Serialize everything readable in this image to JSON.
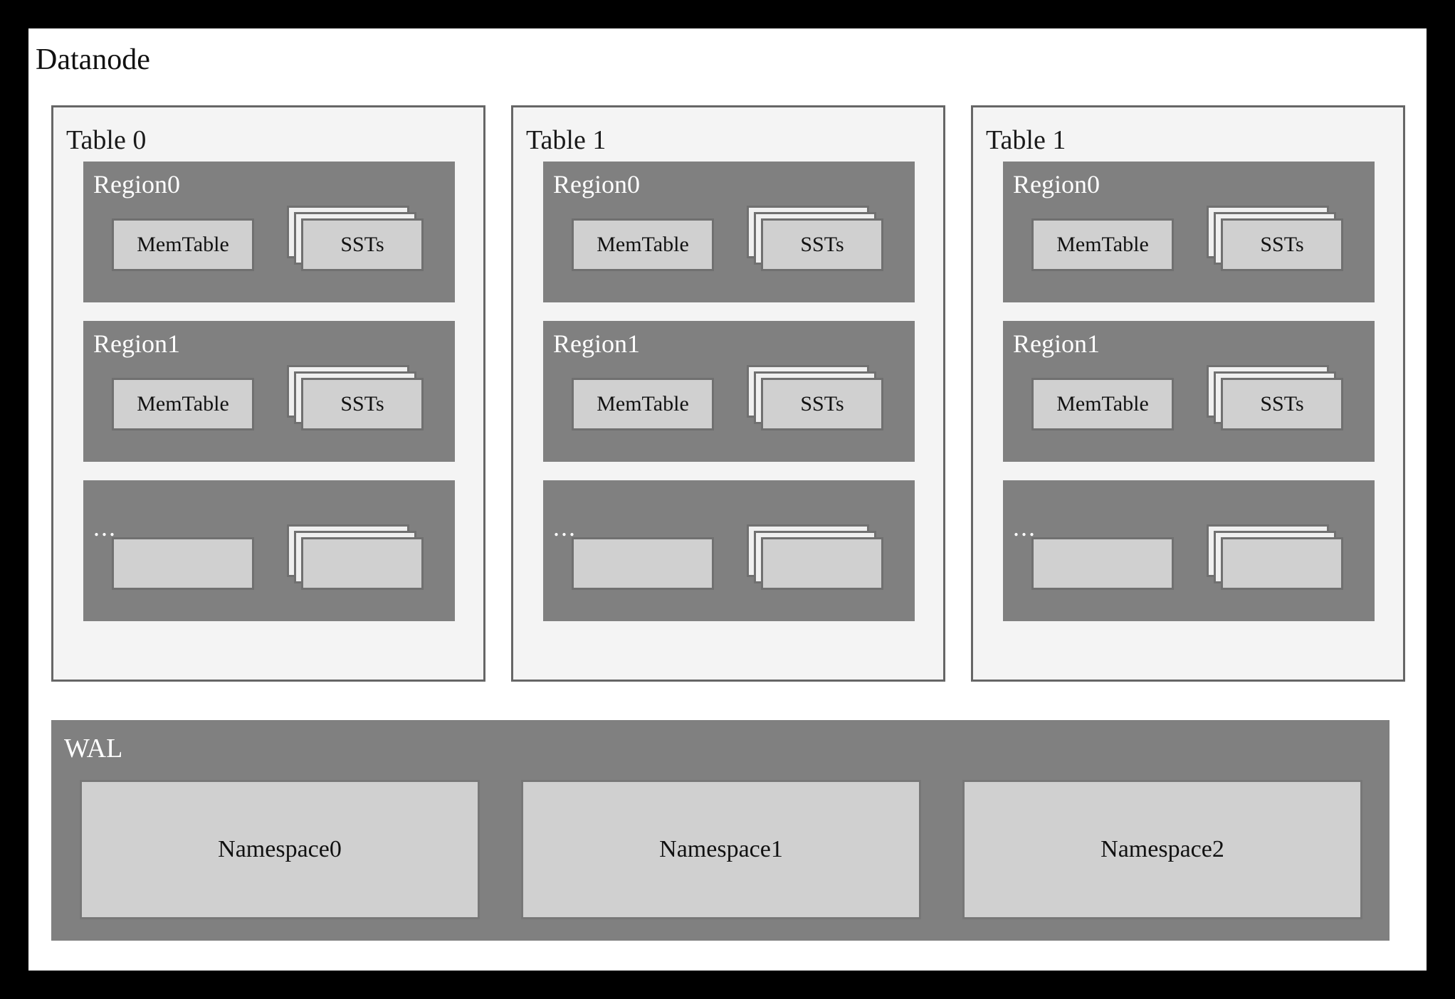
{
  "diagram": {
    "title": "Datanode",
    "colors": {
      "frame": "#000000",
      "canvas": "#ffffff",
      "table_panel_bg": "#f4f4f4",
      "table_panel_border": "#666666",
      "region_bg": "#808080",
      "box_fill": "#d0d0d0",
      "box_border": "#707070",
      "sst_back_fill": "#f0f0f0",
      "label_light": "#ffffff",
      "label_dark": "#111111"
    },
    "tables": [
      {
        "label": "Table 0",
        "regions": [
          {
            "label": "Region0",
            "memtable": "MemTable",
            "ssts": "SSTs"
          },
          {
            "label": "Region1",
            "memtable": "MemTable",
            "ssts": "SSTs"
          },
          {
            "label": "...",
            "memtable": "",
            "ssts": ""
          }
        ]
      },
      {
        "label": "Table 1",
        "regions": [
          {
            "label": "Region0",
            "memtable": "MemTable",
            "ssts": "SSTs"
          },
          {
            "label": "Region1",
            "memtable": "MemTable",
            "ssts": "SSTs"
          },
          {
            "label": "...",
            "memtable": "",
            "ssts": ""
          }
        ]
      },
      {
        "label": "Table 1",
        "regions": [
          {
            "label": "Region0",
            "memtable": "MemTable",
            "ssts": "SSTs"
          },
          {
            "label": "Region1",
            "memtable": "MemTable",
            "ssts": "SSTs"
          },
          {
            "label": "...",
            "memtable": "",
            "ssts": ""
          }
        ]
      }
    ],
    "wal": {
      "label": "WAL",
      "namespaces": [
        "Namespace0",
        "Namespace1",
        "Namespace2"
      ]
    }
  }
}
